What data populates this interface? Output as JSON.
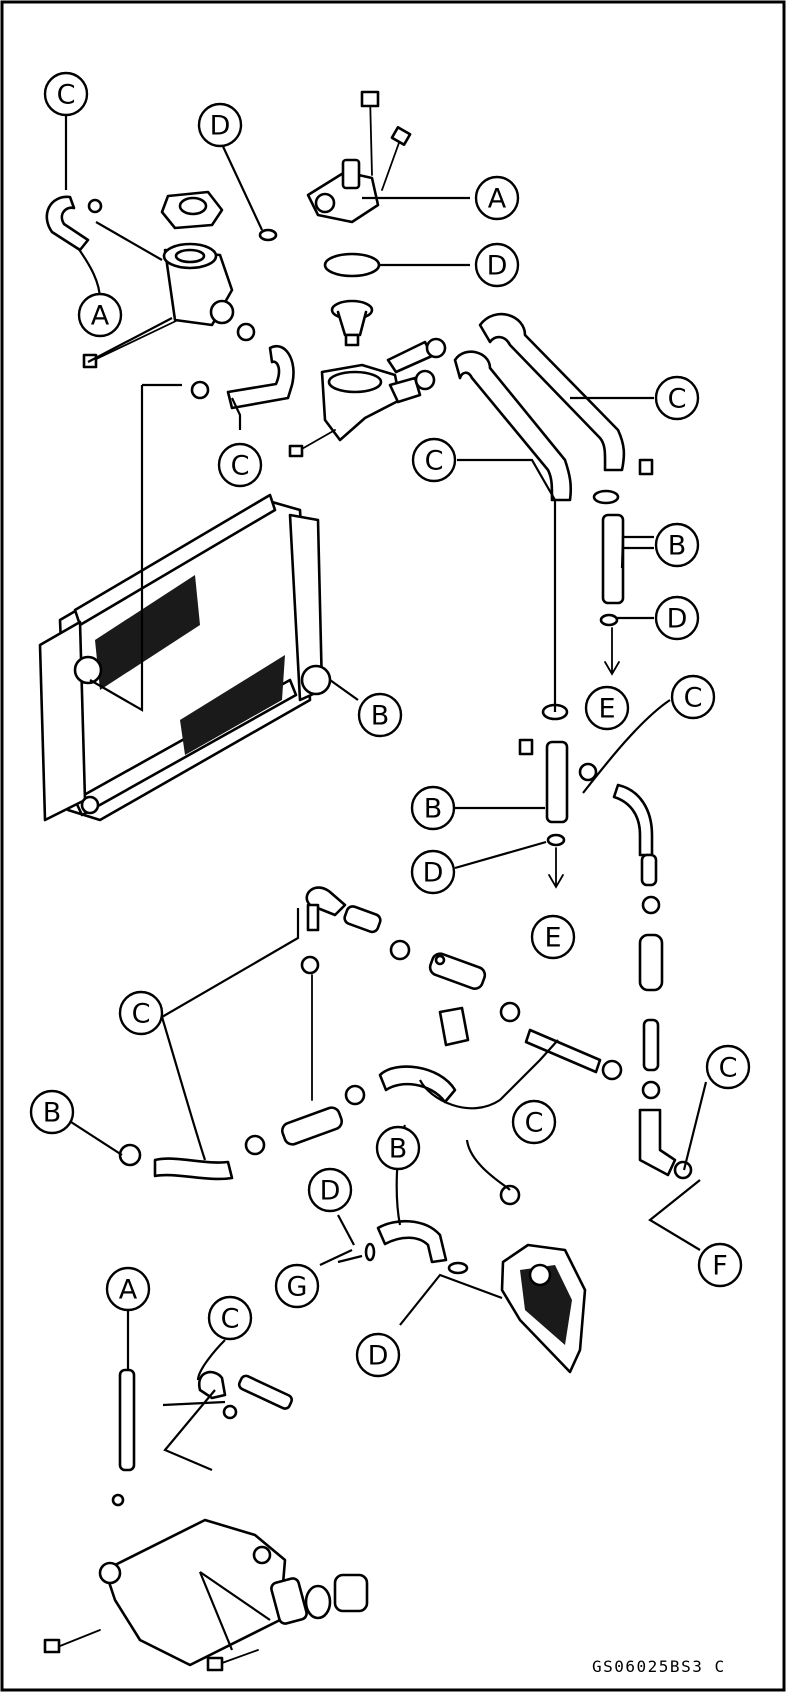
{
  "diagram": {
    "reference_code": "GS06025BS3  C",
    "callouts": [
      {
        "label": "C"
      },
      {
        "label": "D"
      },
      {
        "label": "A"
      },
      {
        "label": "D"
      },
      {
        "label": "A"
      },
      {
        "label": "C"
      },
      {
        "label": "C"
      },
      {
        "label": "C"
      },
      {
        "label": "B"
      },
      {
        "label": "D"
      },
      {
        "label": "B"
      },
      {
        "label": "E"
      },
      {
        "label": "C"
      },
      {
        "label": "B"
      },
      {
        "label": "D"
      },
      {
        "label": "E"
      },
      {
        "label": "C"
      },
      {
        "label": "B"
      },
      {
        "label": "C"
      },
      {
        "label": "C"
      },
      {
        "label": "B"
      },
      {
        "label": "D"
      },
      {
        "label": "G"
      },
      {
        "label": "F"
      },
      {
        "label": "D"
      },
      {
        "label": "A"
      },
      {
        "label": "C"
      }
    ]
  }
}
